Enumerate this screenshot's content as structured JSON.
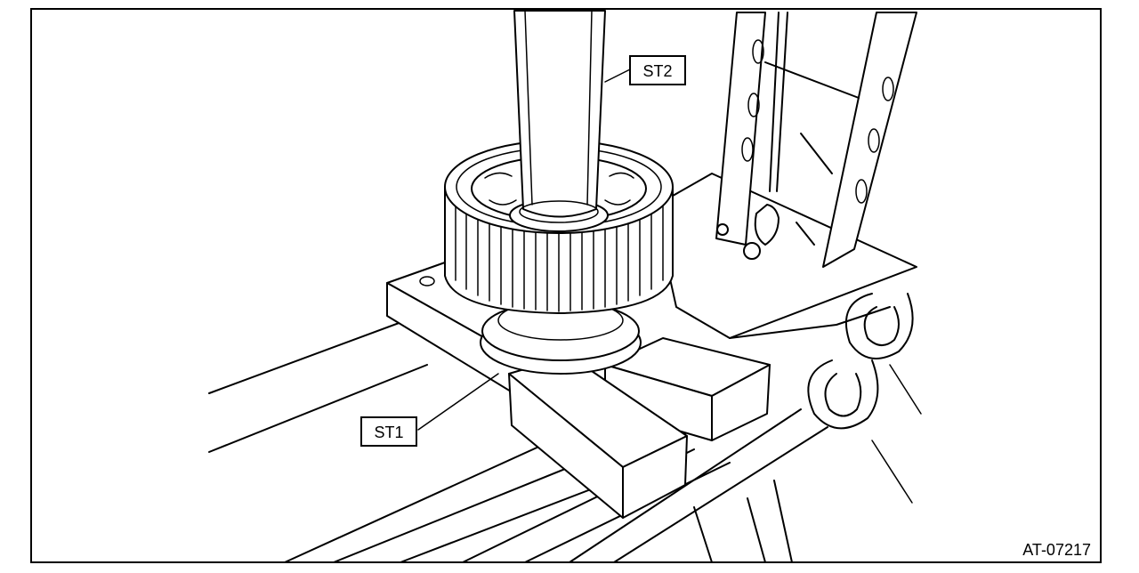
{
  "figure": {
    "callouts": [
      {
        "id": "st1",
        "text": "ST1"
      },
      {
        "id": "st2",
        "text": "ST2"
      }
    ],
    "figure_code": "AT-07217",
    "colors": {
      "line": "#000000",
      "paper": "#ffffff"
    }
  }
}
